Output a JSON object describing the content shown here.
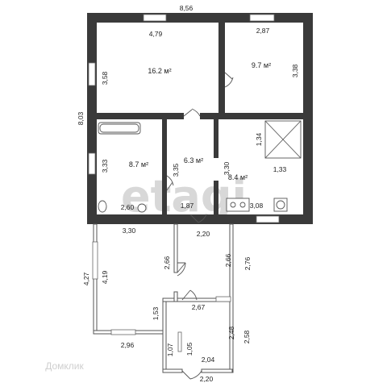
{
  "watermark": {
    "main": "etagi",
    "bottom": "Домклик"
  },
  "areas": {
    "room1": "16.2 м²",
    "room2": "9.7 м²",
    "bath": "8.7 м²",
    "corridor": "6.3 м²",
    "kitchen": "8.4 м²"
  },
  "dims": {
    "d_8_56": "8,56",
    "d_4_79": "4,79",
    "d_2_87": "2,87",
    "d_3_58": "3,58",
    "d_3_38": "3,38",
    "d_8_03": "8,03",
    "d_3_33": "3,33",
    "d_3_35": "3,35",
    "d_3_30a": "3,30",
    "d_1_34": "1,34",
    "d_1_33": "1,33",
    "d_2_60": "2,60",
    "d_1_87": "1,87",
    "d_3_08": "3,08",
    "d_3_30b": "3,30",
    "d_2_20a": "2,20",
    "d_4_27": "4,27",
    "d_4_19": "4,19",
    "d_2_66a": "2,66",
    "d_2_66b": "2,66",
    "d_2_76": "2,76",
    "d_1_53": "1,53",
    "d_2_67": "2,67",
    "d_2_48": "2,48",
    "d_2_58": "2,58",
    "d_2_96": "2,96",
    "d_1_07": "1,07",
    "d_1_05": "1,05",
    "d_2_04": "2,04",
    "d_2_20b": "2,20"
  }
}
